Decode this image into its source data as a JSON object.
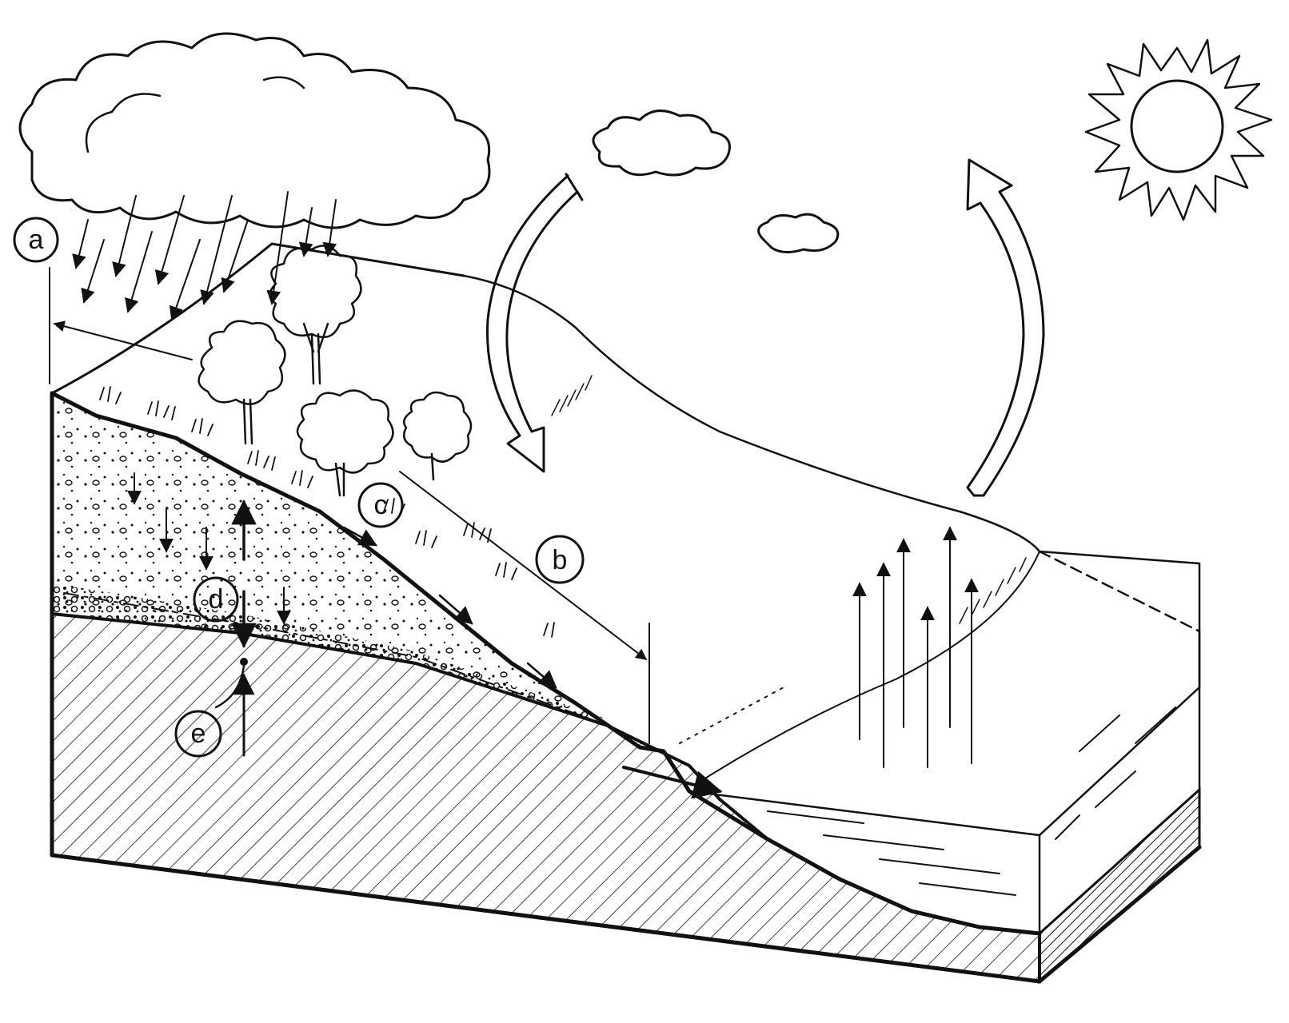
{
  "labels": {
    "a": "a",
    "b": "b",
    "c": "c",
    "d": "d",
    "e": "e"
  },
  "colors": {
    "ink": "#111111",
    "paper": "#ffffff"
  },
  "icons": {
    "sun": "sun-icon",
    "cloud": "cloud-icon",
    "tree": "tree-icon"
  }
}
